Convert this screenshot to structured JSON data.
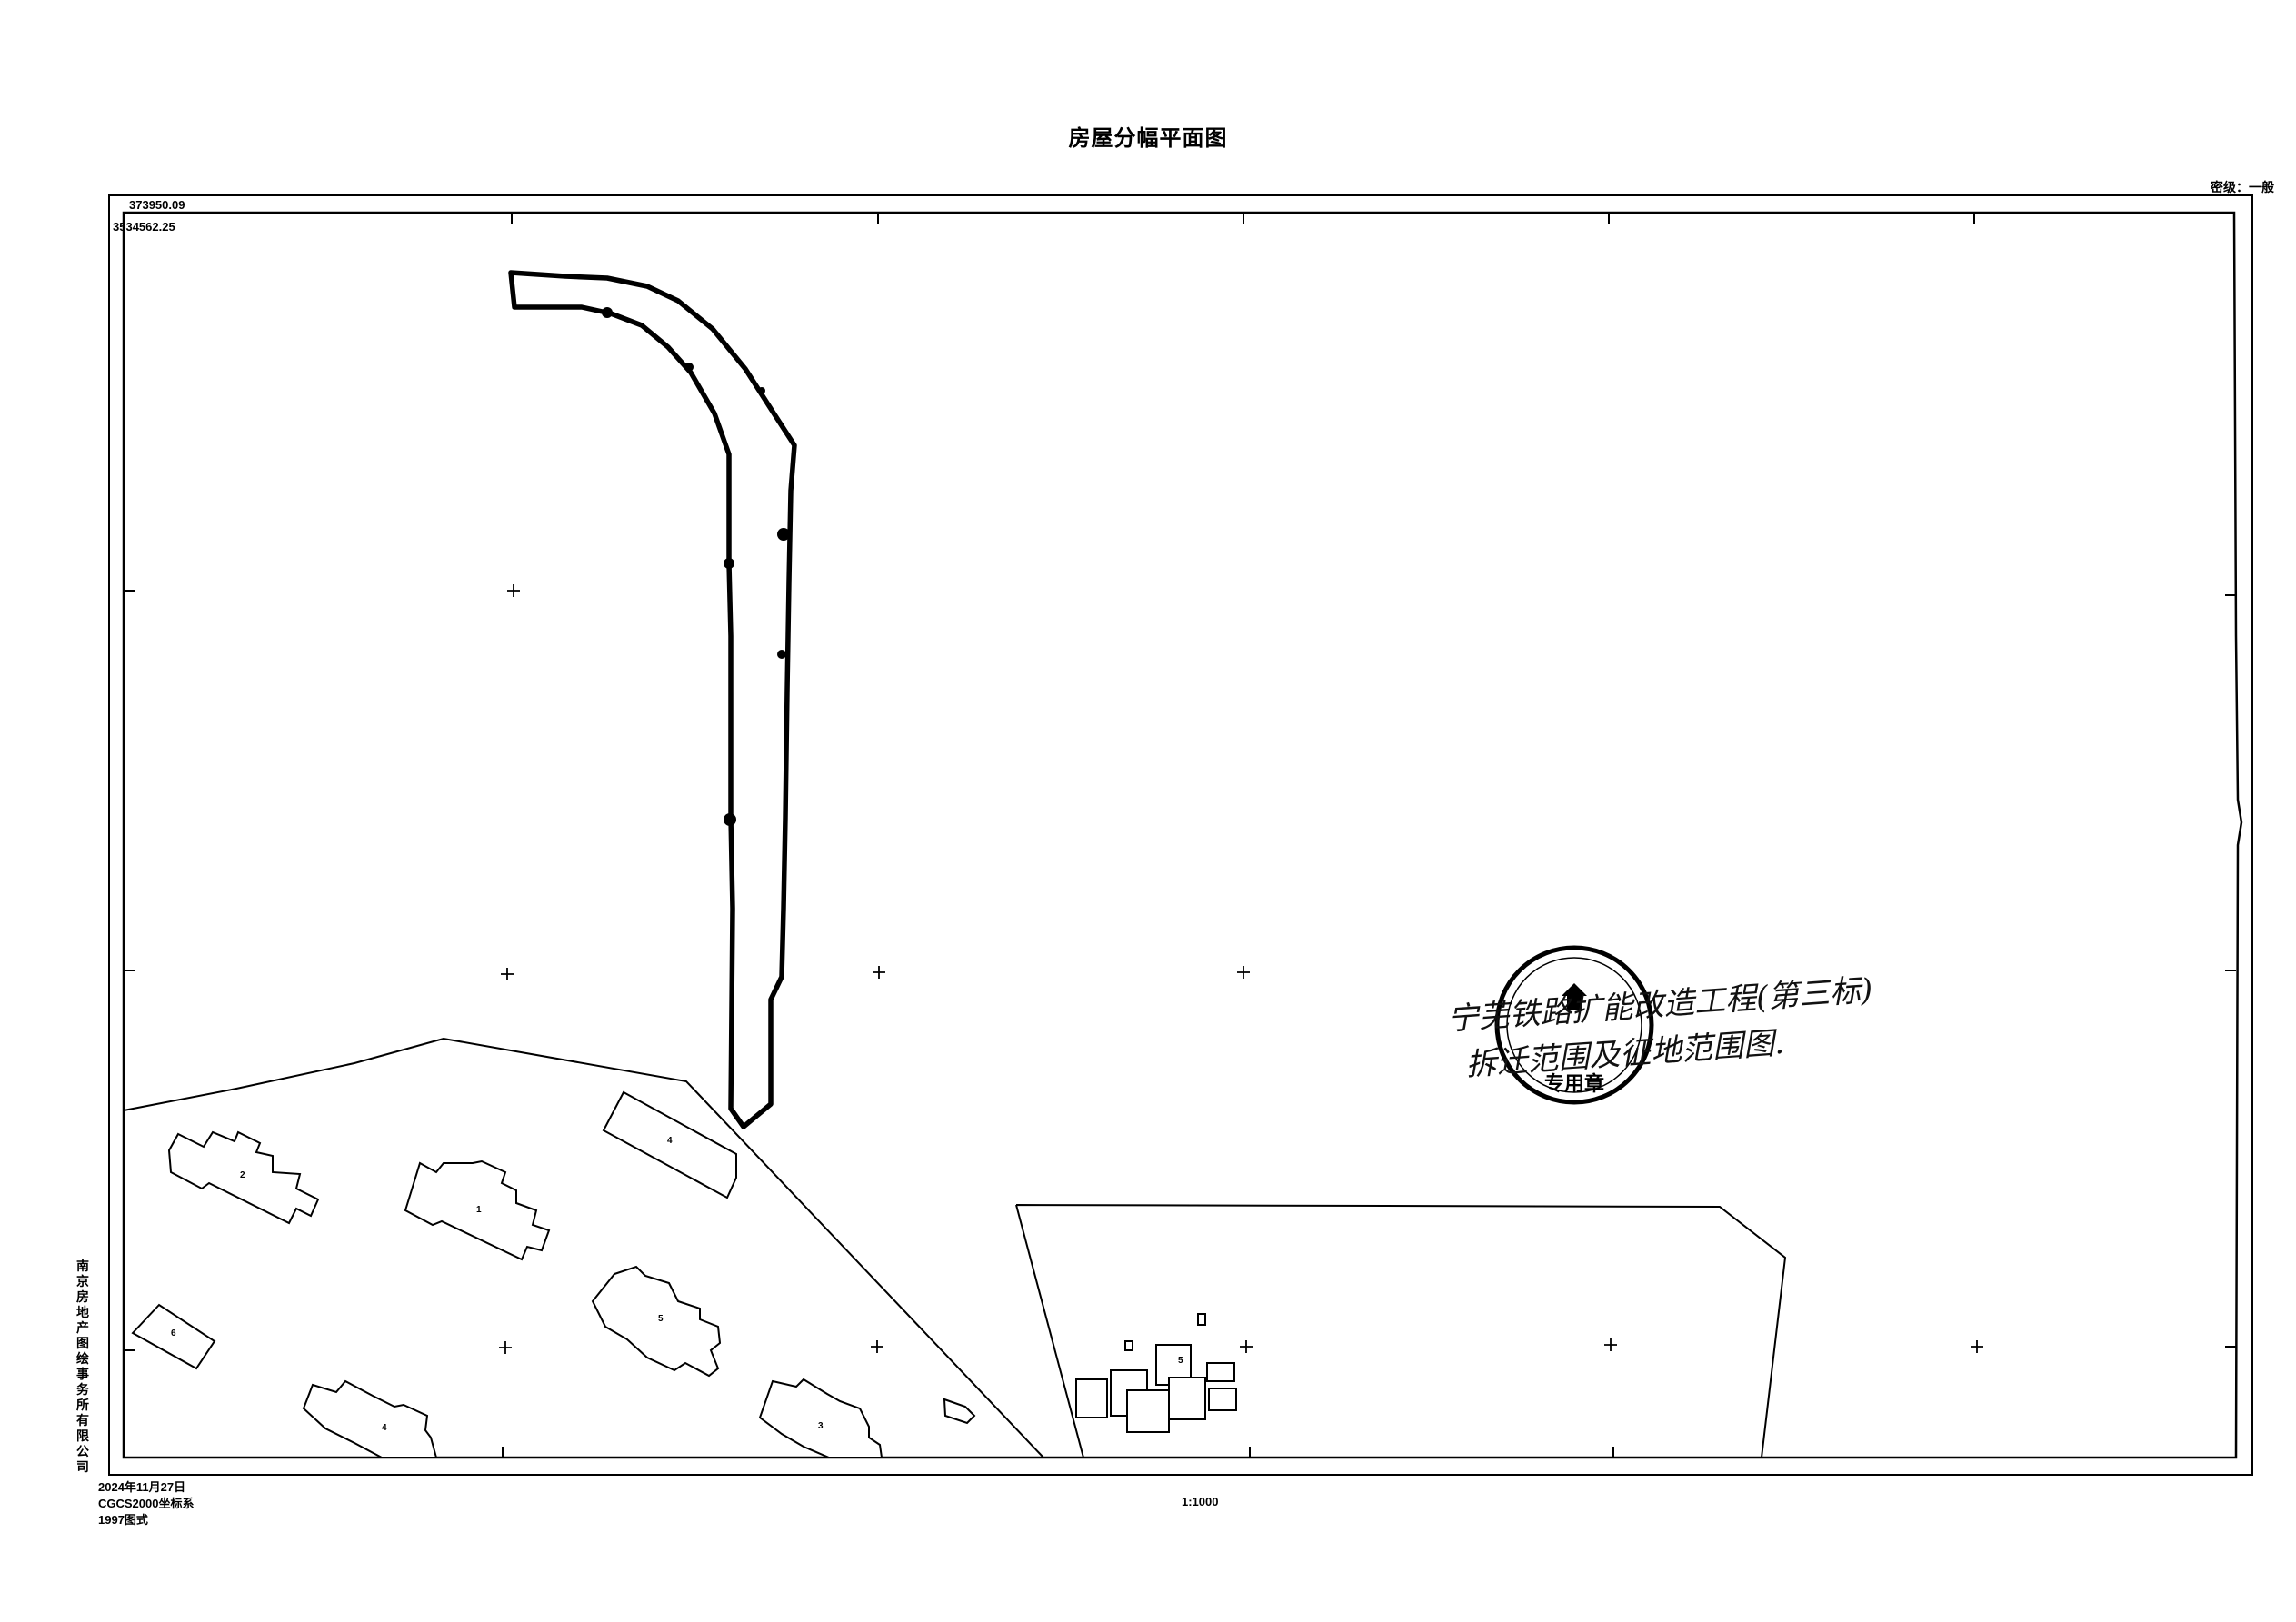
{
  "title": "房屋分幅平面图",
  "scale_type_label": "密级：一般",
  "corner_coords": {
    "x": "373950.09",
    "y": "3534562.25"
  },
  "footer": {
    "date": "2024年11月27日",
    "crs": "CGCS2000坐标系",
    "style": "1997图式",
    "scale": "1:1000"
  },
  "company": [
    "南",
    "京",
    "房",
    "地",
    "产",
    "图",
    "绘",
    "事",
    "务",
    "所",
    "有",
    "限",
    "公",
    "司"
  ],
  "handwriting": {
    "line1": "宁芜铁路扩能改造工程(第三标)",
    "line2": "拆迁范围及征地范围图."
  },
  "seal": {
    "text": "专用章"
  },
  "building_labels": [
    "4",
    "2",
    "1",
    "5",
    "4",
    "3",
    "6",
    "5"
  ],
  "colors": {
    "ink": "#000000",
    "paper": "#ffffff"
  }
}
